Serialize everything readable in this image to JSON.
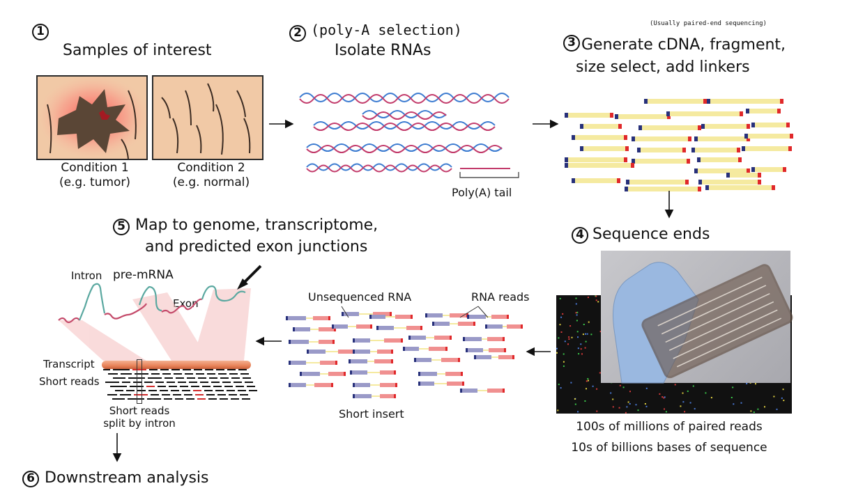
{
  "steps": {
    "s1": {
      "num": "1",
      "title": "Samples of interest"
    },
    "s2": {
      "num": "2",
      "note": "(poly-A selection)",
      "title": "Isolate RNAs"
    },
    "s3": {
      "num": "3",
      "note": "(Usually paired-end sequencing)",
      "title_line1": "Generate cDNA, fragment,",
      "title_line2": "size select, add linkers"
    },
    "s4": {
      "num": "4",
      "title": "Sequence ends"
    },
    "s5": {
      "num": "5",
      "title_line1": "Map to genome, transcriptome,",
      "title_line2": "and predicted exon junctions"
    },
    "s6": {
      "num": "6",
      "title": "Downstream analysis"
    }
  },
  "conditions": {
    "c1": {
      "line1": "Condition 1",
      "line2": "(e.g. tumor)"
    },
    "c2": {
      "line1": "Condition 2",
      "line2": "(e.g. normal)"
    }
  },
  "labels": {
    "polya_tail": "Poly(A) tail",
    "intron": "Intron",
    "pre_mrna": "pre-mRNA",
    "exon": "Exon",
    "transcript": "Transcript",
    "short_reads": "Short reads",
    "split_line1": "Short reads",
    "split_line2": "split by intron",
    "unsequenced_rna": "Unsequenced RNA",
    "rna_reads": "RNA reads",
    "short_insert": "Short insert"
  },
  "sequencing_stats": {
    "line1": "100s of millions of paired reads",
    "line2": "10s of billions bases of sequence"
  },
  "colors": {
    "fragment_body": "#f5eaa0",
    "linker_blue": "#27307a",
    "linker_red": "#e0282a",
    "read_blue": "#9a9ac8",
    "read_red": "#f09090",
    "tissue": "#f1c9a6",
    "exon": "#5aa8a0",
    "intron": "#c44a6a",
    "transcript": "#e8835a"
  }
}
